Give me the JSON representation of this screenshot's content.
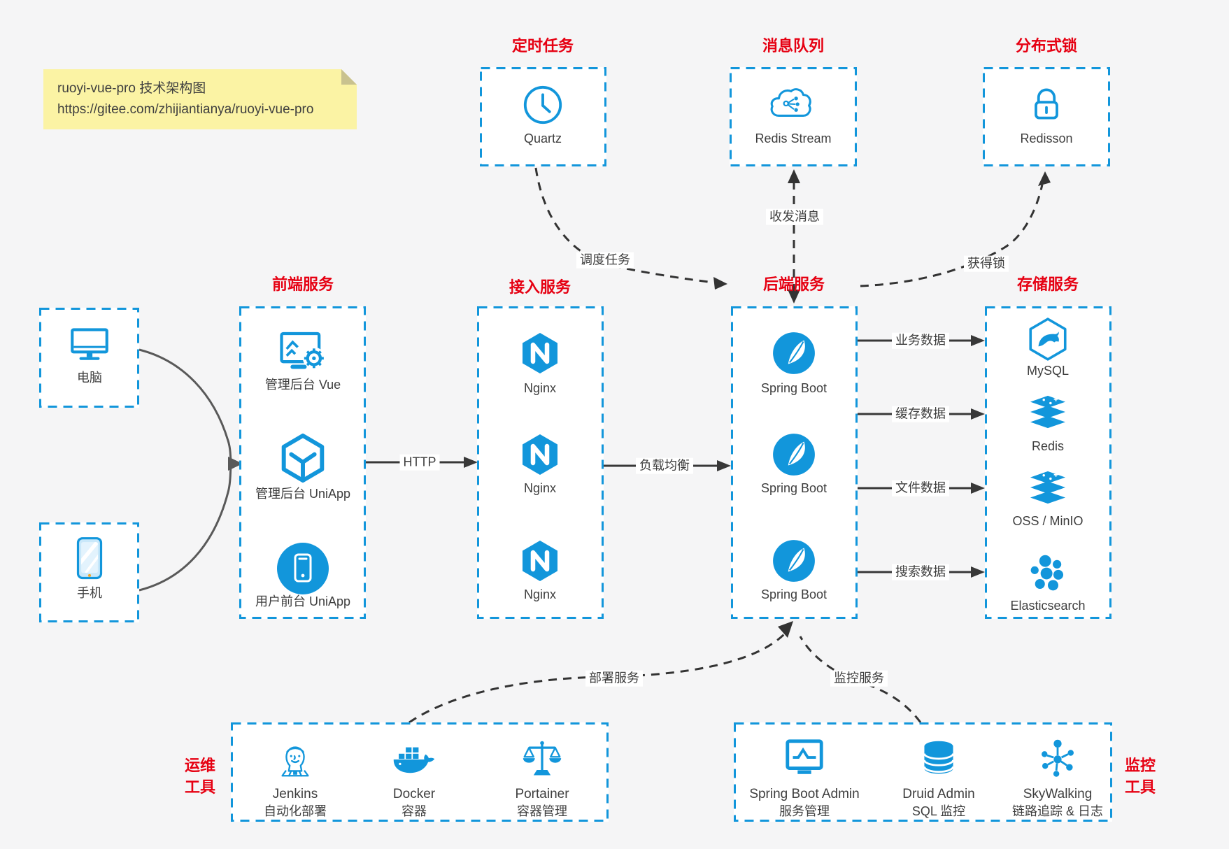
{
  "colors": {
    "accent_blue": "#1296db",
    "header_red": "#e60012",
    "note_yellow": "#fbf3a4",
    "background": "#f5f5f6",
    "text_dark": "#3e3e3e",
    "arrow_dark": "#383838",
    "arrow_gray": "#595959"
  },
  "note": {
    "title": "ruoyi-vue-pro 技术架构图",
    "url": "https://gitee.com/zhijiantianya/ruoyi-vue-pro"
  },
  "top": {
    "scheduler": {
      "title": "定时任务",
      "node": "Quartz",
      "icon": "clock-icon"
    },
    "queue": {
      "title": "消息队列",
      "node": "Redis Stream",
      "icon": "cloud-stream-icon"
    },
    "lock": {
      "title": "分布式锁",
      "node": "Redisson",
      "icon": "lock-icon"
    }
  },
  "clients": {
    "pc": {
      "label": "电脑",
      "icon": "desktop-icon"
    },
    "mobile": {
      "label": "手机",
      "icon": "phone-icon"
    }
  },
  "columns": {
    "frontend": {
      "title": "前端服务",
      "items": [
        {
          "label": "管理后台 Vue",
          "icon": "admin-vue-icon"
        },
        {
          "label": "管理后台 UniApp",
          "icon": "cube-icon"
        },
        {
          "label": "用户前台 UniApp",
          "icon": "user-app-icon"
        }
      ]
    },
    "gateway": {
      "title": "接入服务",
      "items": [
        {
          "label": "Nginx",
          "icon": "nginx-icon"
        },
        {
          "label": "Nginx",
          "icon": "nginx-icon"
        },
        {
          "label": "Nginx",
          "icon": "nginx-icon"
        }
      ]
    },
    "backend": {
      "title": "后端服务",
      "items": [
        {
          "label": "Spring Boot",
          "icon": "spring-icon"
        },
        {
          "label": "Spring Boot",
          "icon": "spring-icon"
        },
        {
          "label": "Spring Boot",
          "icon": "spring-icon"
        }
      ]
    },
    "storage": {
      "title": "存储服务",
      "items": [
        {
          "label": "MySQL",
          "icon": "mysql-icon"
        },
        {
          "label": "Redis",
          "icon": "redis-stack-icon"
        },
        {
          "label": "OSS / MinIO",
          "icon": "storage-stack-icon"
        },
        {
          "label": "Elasticsearch",
          "icon": "elasticsearch-icon"
        }
      ]
    }
  },
  "bottom": {
    "ops": {
      "title": [
        "运维",
        "工具"
      ],
      "items": [
        {
          "name": "Jenkins",
          "desc": "自动化部署",
          "icon": "jenkins-icon"
        },
        {
          "name": "Docker",
          "desc": "容器",
          "icon": "docker-icon"
        },
        {
          "name": "Portainer",
          "desc": "容器管理",
          "icon": "portainer-icon"
        }
      ]
    },
    "monitoring": {
      "title": [
        "监控",
        "工具"
      ],
      "items": [
        {
          "name": "Spring Boot Admin",
          "desc": "服务管理",
          "icon": "monitor-chart-icon"
        },
        {
          "name": "Druid Admin",
          "desc": "SQL 监控",
          "icon": "database-icon"
        },
        {
          "name": "SkyWalking",
          "desc": "链路追踪 & 日志",
          "icon": "molecule-icon"
        }
      ]
    }
  },
  "edges": {
    "http": "HTTP",
    "load_balance": "负载均衡",
    "schedule_job": "调度任务",
    "send_receive_message": "收发消息",
    "acquire_lock": "获得锁",
    "business_data": "业务数据",
    "cache_data": "缓存数据",
    "file_data": "文件数据",
    "search_data": "搜索数据",
    "deploy_service": "部署服务",
    "monitor_service": "监控服务"
  }
}
